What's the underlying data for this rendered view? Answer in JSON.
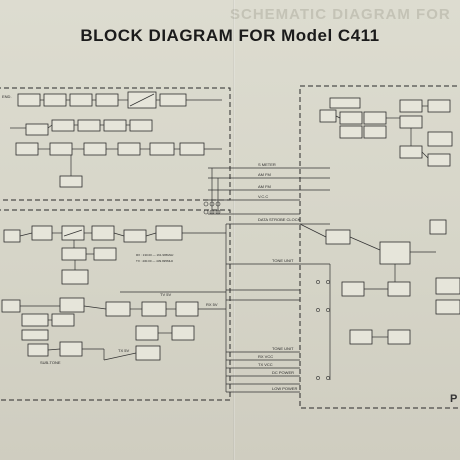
{
  "ghost_title": "SCHEMATIC DIAGRAM FOR",
  "title": "BLOCK DIAGRAM FOR Model C411",
  "left_edge_label": "END.",
  "bottom_right_label": "P",
  "signal_labels": {
    "s_meter": "S METER",
    "am_fm_1": "AM   FM",
    "am_fm_2": "AM   FM",
    "vcc": "V.C.C",
    "data_strobe_clock": "DATA STROBE CLOCK",
    "tone_unit_1": "TONE UNIT",
    "tone_unit_2": "TONE UNIT",
    "tv_5v": "TV 5V",
    "rx_5v": "RX 5V",
    "tx_5v": "TX 5V",
    "rx_vcc": "RX VCC",
    "tx_vcc": "TX VCC",
    "dc_power": "DC POWER",
    "low_power": "LOW POWER",
    "sub_tone": "SUB-TONE",
    "vco_note_1": "RX : 130.00 — 161.995MHz",
    "vco_note_2": "TX : 430.00 — 439.995MHz"
  }
}
